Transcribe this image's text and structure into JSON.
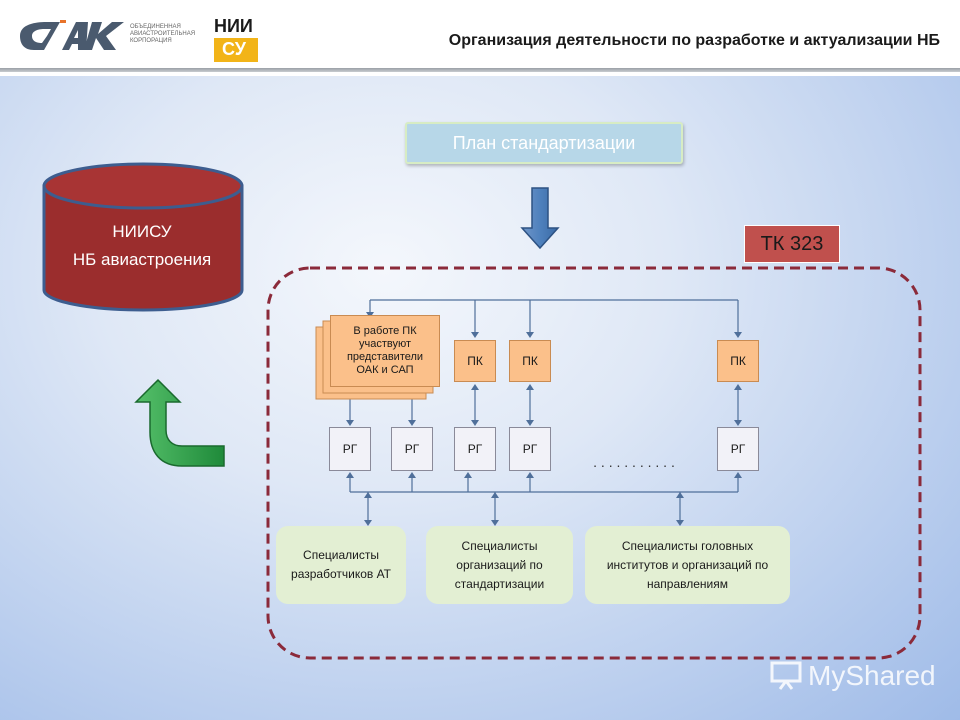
{
  "header": {
    "logo_oak_text": "ОАК",
    "logo_oak_subtitle": "ОБЪЕДИНЕННАЯ АВИАСТРОИТЕЛЬНАЯ КОРПОРАЦИЯ",
    "logo_nii_text": "НИИ",
    "logo_nii_glyph": "СУ",
    "title": "Организация деятельности по разработке и актуализации НБ"
  },
  "diagram": {
    "plan_label": "План стандартизации",
    "database": {
      "line1": "НИИСУ",
      "line2": "НБ авиастроения"
    },
    "tk_label": "ТК 323",
    "stack_label": "В работе ПК участвуют представители ОАК и САП",
    "pk_label": "ПК",
    "rg_label": "РГ",
    "ellipsis": ". . . . . . . . . . .",
    "specialists": [
      "Специалисты разработчиков АТ",
      "Специалисты организаций по стандартизации",
      "Специалисты головных институтов и организаций по направлениям"
    ]
  },
  "colors": {
    "database_fill": "#9b2d2d",
    "tk_fill": "#c0504d",
    "pk_fill": "#fbc08a",
    "spec_fill": "#e3efd3",
    "arrow_blue": "#4f81bd",
    "arrow_green": "#2e9e4a",
    "dashed_border": "#8b2a3a"
  },
  "watermark": {
    "text": "MyShared"
  }
}
